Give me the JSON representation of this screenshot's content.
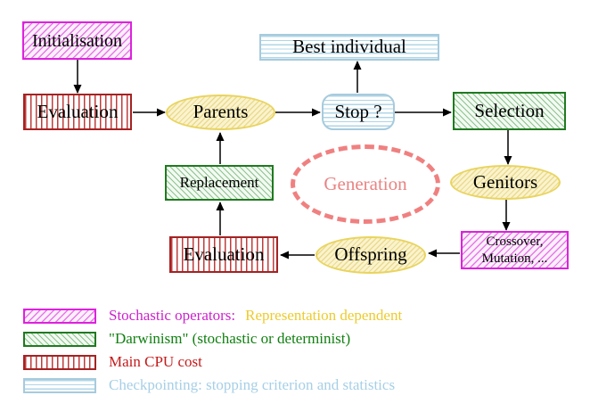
{
  "title": "Evolutionary algorithm generation loop diagram",
  "nodes": {
    "initialisation": {
      "label": "Initialisation"
    },
    "evaluation_top": {
      "label": "Evaluation"
    },
    "parents": {
      "label": "Parents"
    },
    "best_individual": {
      "label": "Best individual"
    },
    "stop": {
      "label": "Stop ?"
    },
    "selection": {
      "label": "Selection"
    },
    "replacement": {
      "label": "Replacement"
    },
    "generation": {
      "label": "Generation"
    },
    "genitors": {
      "label": "Genitors"
    },
    "evaluation_bottom": {
      "label": "Evaluation"
    },
    "offspring": {
      "label": "Offspring"
    },
    "crossover_mutation": {
      "line1": "Crossover,",
      "line2": "Mutation, ..."
    }
  },
  "legend": {
    "items": [
      {
        "swatch": "magenta-hatch",
        "label": "Stochastic operators:",
        "label_extra": "Representation dependent"
      },
      {
        "swatch": "green-hatch",
        "label": "\"Darwinism\" (stochastic or determinist)"
      },
      {
        "swatch": "red-stripes",
        "label": "Main CPU cost"
      },
      {
        "swatch": "blue-stripes",
        "label": "Checkpointing: stopping criterion and statistics"
      }
    ]
  },
  "colors": {
    "magenta_border": "#dd22dd",
    "red_border": "#a52222",
    "green_border": "#1f7a1f",
    "blue_border": "#a6cbdd",
    "yellow_border": "#e9d45e",
    "salmon": "#f08080",
    "arrow": "#000000",
    "legend_magenta_text": "#cc22cc",
    "legend_gold_text": "#edcb2d",
    "legend_green_text": "#118011",
    "legend_red_text": "#c41a1a",
    "legend_blue_text": "#a6cfe6"
  }
}
